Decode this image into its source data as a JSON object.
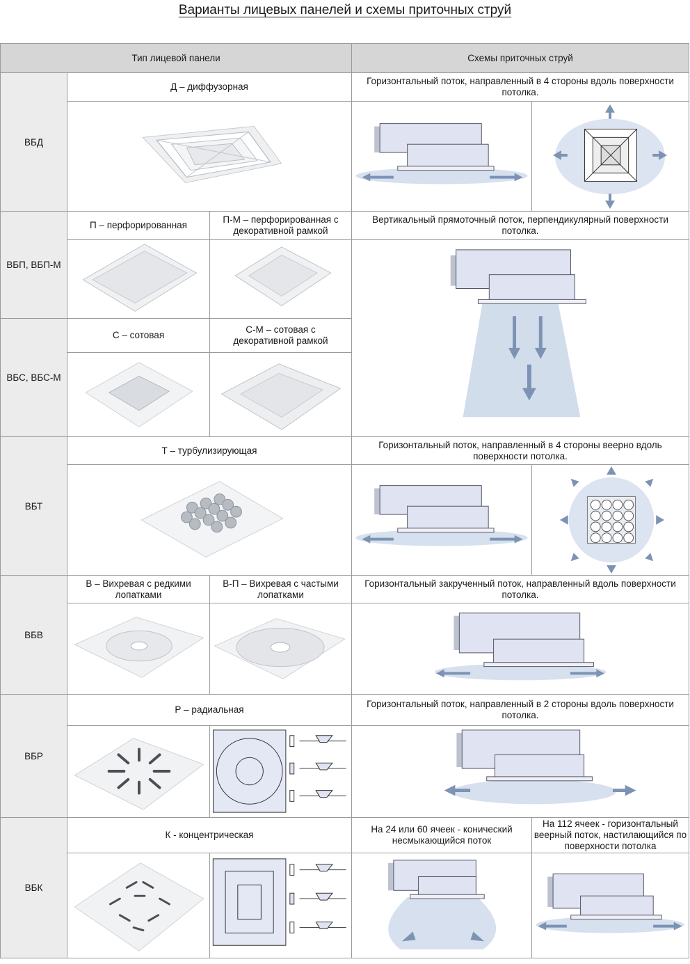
{
  "title": "Варианты лицевых панелей и схемы приточных струй",
  "headers": {
    "panel_type": "Тип лицевой панели",
    "jet_schemes": "Схемы приточных струй"
  },
  "rows": {
    "vbd": {
      "code": "ВБД",
      "panel": "Д – диффузорная",
      "scheme": "Горизонтальный поток, направленный в 4 стороны вдоль поверхности потолка."
    },
    "vbp": {
      "code": "ВБП, ВБП-М",
      "panel_a": "П – перфорированная",
      "panel_b": "П-М – перфорированная с декоративной рамкой",
      "scheme": "Вертикальный прямоточный поток, перпендикулярный поверхности потолка."
    },
    "vbs": {
      "code": "ВБС, ВБС-М",
      "panel_a": "С – сотовая",
      "panel_b": "С-М – сотовая с декоративной рамкой"
    },
    "vbt": {
      "code": "ВБТ",
      "panel": "Т – турбулизирующая",
      "scheme": "Горизонтальный поток, направленный в 4 стороны веерно вдоль поверхности потолка."
    },
    "vbv": {
      "code": "ВБВ",
      "panel_a": "В – Вихревая с редкими лопатками",
      "panel_b": "В-П – Вихревая с частыми лопатками",
      "scheme": "Горизонтальный закрученный поток, направленный вдоль поверхности потолка."
    },
    "vbr": {
      "code": "ВБР",
      "panel": "Р – радиальная",
      "scheme": "Горизонтальный поток, направленный в 2 стороны вдоль поверхности потолка."
    },
    "vbk": {
      "code": "ВБК",
      "panel": "К - концентрическая",
      "scheme_a": "На 24 или 60 ячеек - конический несмыкающийся поток",
      "scheme_b": "На 112 ячеек - горизонтальный веерный поток, настилающийся по поверхности потолка"
    }
  },
  "colors": {
    "header_bg": "#d6d6d6",
    "row_header_bg": "#ececec",
    "border": "#9a9a9a",
    "unit": "#dfe3f2",
    "arrow": "#7d93b4",
    "airflow": "#c9d6e8"
  }
}
